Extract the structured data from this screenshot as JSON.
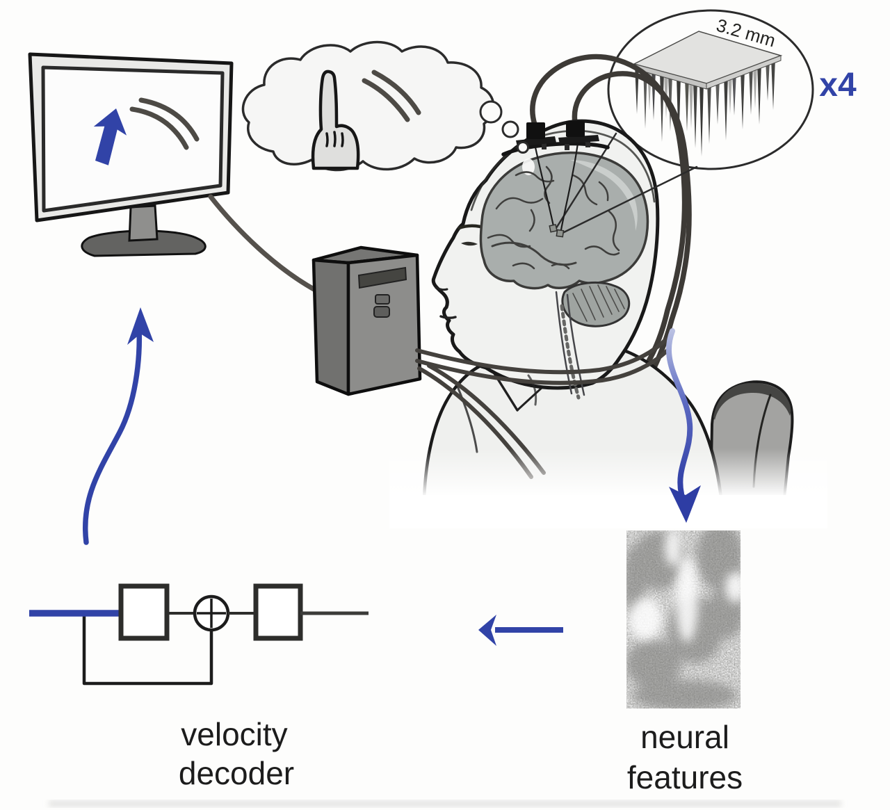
{
  "labels": {
    "array_size": "3.2 mm",
    "array_count": "x4",
    "decoder_line1": "velocity",
    "decoder_line2": "decoder",
    "features_line1": "neural",
    "features_line2": "features"
  },
  "colors": {
    "accent_blue": "#3143a7",
    "outline_dark": "#1a1a1a",
    "cable_gray": "#3d3a36",
    "brain_gray": "#a9aeac",
    "shirt_gray": "#eff0ee",
    "computer_gray": "#8d8d8b",
    "chair_gray": "#a3a3a1",
    "line_dark": "#2d2d2b"
  }
}
